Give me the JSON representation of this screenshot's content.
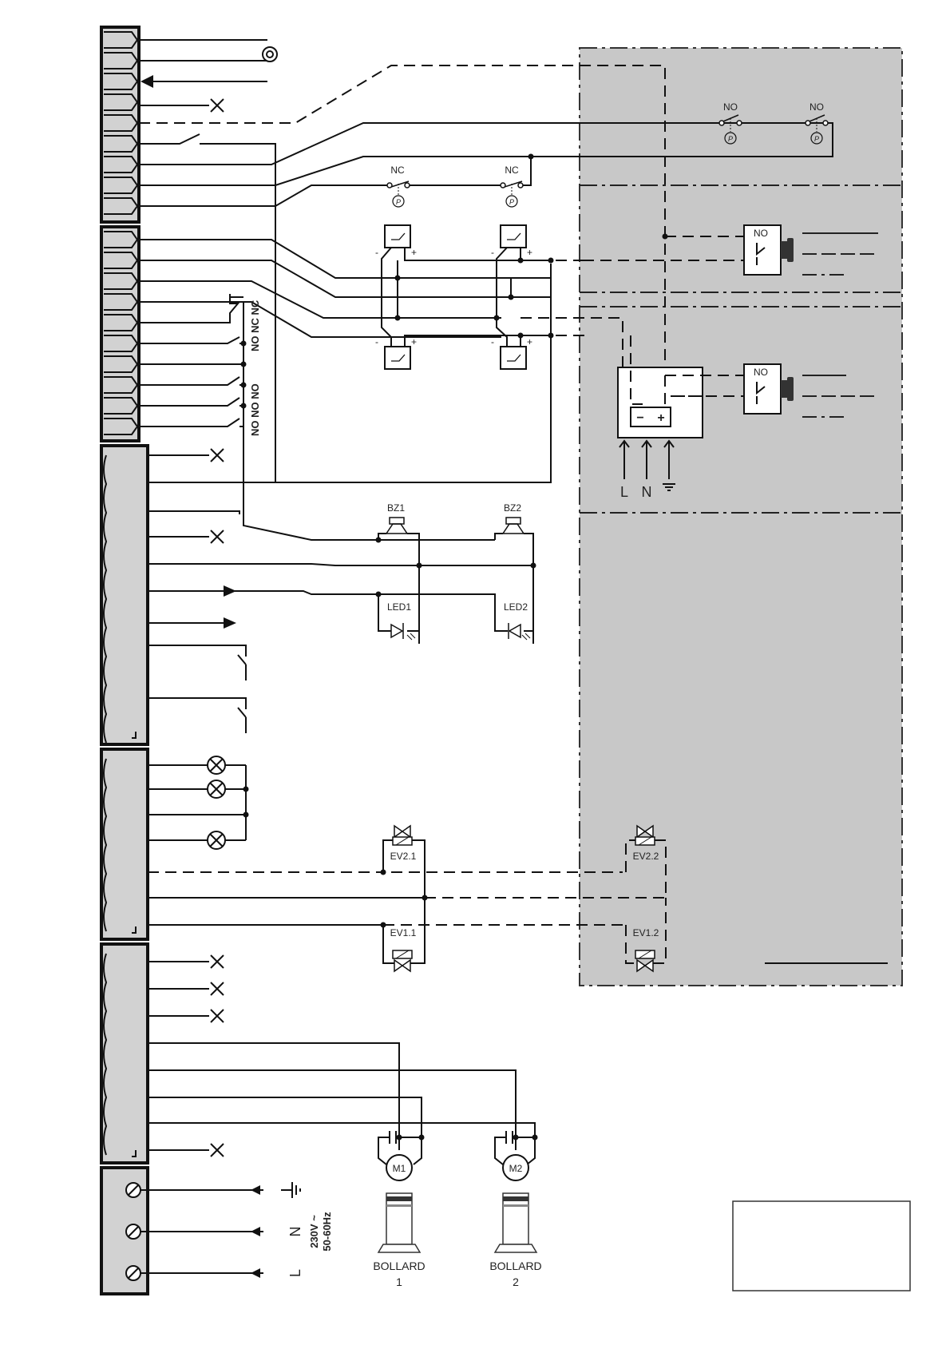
{
  "switch_labels": {
    "no": "NO",
    "nc": "NC",
    "p": "P",
    "nc_nc_no": "NO NC NC",
    "no_no_no": "NO NO NO"
  },
  "buzzers": [
    "BZ1",
    "BZ2"
  ],
  "leds": [
    "LED1",
    "LED2"
  ],
  "valves": {
    "ev21": "EV2.1",
    "ev22": "EV2.2",
    "ev11": "EV1.1",
    "ev12": "EV1.2"
  },
  "motors": [
    "M1",
    "M2"
  ],
  "bollards": {
    "b1_line1": "BOLLARD",
    "b1_line2": "1",
    "b2_line1": "BOLLARD",
    "b2_line2": "2"
  },
  "power": {
    "n": "N",
    "l": "L",
    "voltage": "230V ~",
    "frequency": "50-60Hz"
  },
  "ups": {
    "minus": "−",
    "plus": "+",
    "l": "L",
    "n": "N"
  },
  "polarity": {
    "minus": "-",
    "plus": "+"
  },
  "colors": {
    "panel_fill": "#c8c8c8",
    "terminal_fill": "#d2d2d2",
    "line": "#111111"
  }
}
